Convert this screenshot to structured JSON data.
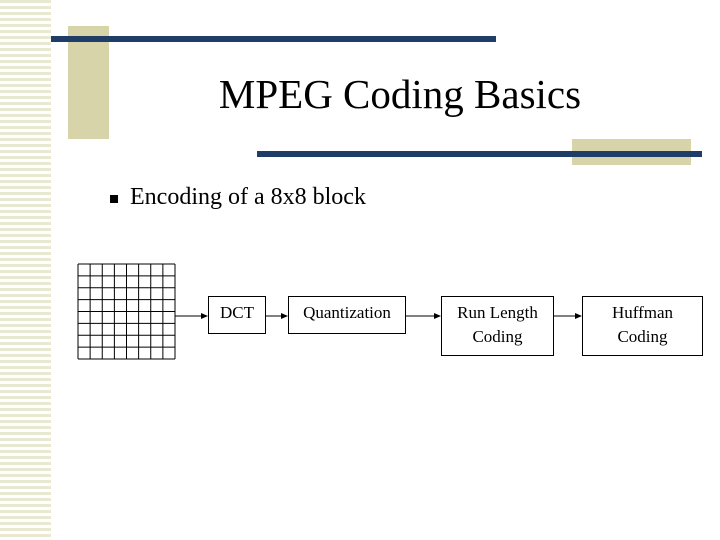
{
  "slide": {
    "title": "MPEG Coding Basics",
    "bullet": "Encoding of a 8x8 block"
  },
  "grid": {
    "rows": 8,
    "cols": 8
  },
  "pipeline": [
    {
      "lines": [
        "DCT"
      ]
    },
    {
      "lines": [
        "Quantization"
      ]
    },
    {
      "lines": [
        "Run Length",
        "Coding"
      ]
    },
    {
      "lines": [
        "Huffman",
        "Coding"
      ]
    }
  ],
  "colors": {
    "navy": "#1f3d66",
    "tan": "#d6d4a8",
    "stripe": "#e9e9d2"
  }
}
